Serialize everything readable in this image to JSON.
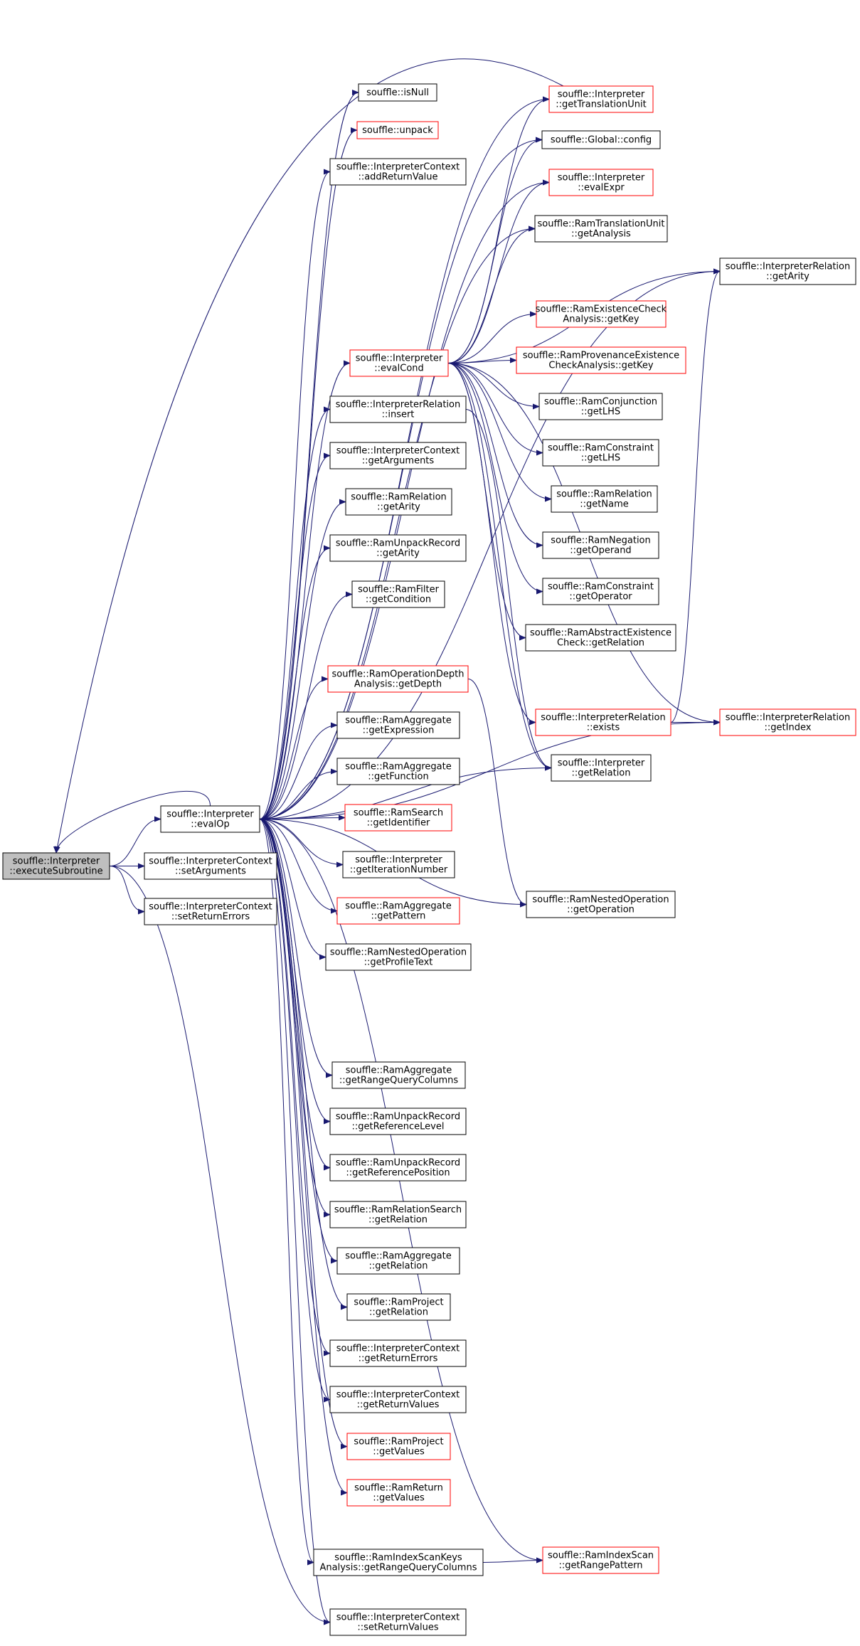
{
  "colors": {
    "edge": "#191970",
    "node_border": "#000000",
    "node_border_truncated": "#ff0000",
    "node_fill": "#ffffff",
    "root_fill": "#bfbfbf"
  },
  "nodes": [
    {
      "id": "executeSubroutine",
      "lines": [
        "souffle::Interpreter",
        "::executeSubroutine"
      ],
      "style": "root"
    },
    {
      "id": "evalOp",
      "lines": [
        "souffle::Interpreter",
        "::evalOp"
      ],
      "style": "normal"
    },
    {
      "id": "setArguments",
      "lines": [
        "souffle::InterpreterContext",
        "::setArguments"
      ],
      "style": "normal"
    },
    {
      "id": "setReturnErrors",
      "lines": [
        "souffle::InterpreterContext",
        "::setReturnErrors"
      ],
      "style": "normal"
    },
    {
      "id": "isNull",
      "lines": [
        "souffle::isNull"
      ],
      "style": "normal"
    },
    {
      "id": "unpack",
      "lines": [
        "souffle::unpack"
      ],
      "style": "truncated"
    },
    {
      "id": "addReturnValue",
      "lines": [
        "souffle::InterpreterContext",
        "::addReturnValue"
      ],
      "style": "normal"
    },
    {
      "id": "evalCond",
      "lines": [
        "souffle::Interpreter",
        "::evalCond"
      ],
      "style": "truncated"
    },
    {
      "id": "irInsert",
      "lines": [
        "souffle::InterpreterRelation",
        "::insert"
      ],
      "style": "normal"
    },
    {
      "id": "getArguments",
      "lines": [
        "souffle::InterpreterContext",
        "::getArguments"
      ],
      "style": "normal"
    },
    {
      "id": "ramRelGetArity",
      "lines": [
        "souffle::RamRelation",
        "::getArity"
      ],
      "style": "normal"
    },
    {
      "id": "unpackGetArity",
      "lines": [
        "souffle::RamUnpackRecord",
        "::getArity"
      ],
      "style": "normal"
    },
    {
      "id": "getCondition",
      "lines": [
        "souffle::RamFilter",
        "::getCondition"
      ],
      "style": "normal"
    },
    {
      "id": "getDepth",
      "lines": [
        "souffle::RamOperationDepth",
        "Analysis::getDepth"
      ],
      "style": "truncated"
    },
    {
      "id": "getExpression",
      "lines": [
        "souffle::RamAggregate",
        "::getExpression"
      ],
      "style": "normal"
    },
    {
      "id": "getFunction",
      "lines": [
        "souffle::RamAggregate",
        "::getFunction"
      ],
      "style": "normal"
    },
    {
      "id": "getIdentifier",
      "lines": [
        "souffle::RamSearch",
        "::getIdentifier"
      ],
      "style": "truncated"
    },
    {
      "id": "getIterationNumber",
      "lines": [
        "souffle::Interpreter",
        "::getIterationNumber"
      ],
      "style": "normal"
    },
    {
      "id": "getPattern",
      "lines": [
        "souffle::RamAggregate",
        "::getPattern"
      ],
      "style": "truncated"
    },
    {
      "id": "getProfileText",
      "lines": [
        "souffle::RamNestedOperation",
        "::getProfileText"
      ],
      "style": "normal"
    },
    {
      "id": "getRangeQueryColumns",
      "lines": [
        "souffle::RamAggregate",
        "::getRangeQueryColumns"
      ],
      "style": "normal"
    },
    {
      "id": "getReferenceLevel",
      "lines": [
        "souffle::RamUnpackRecord",
        "::getReferenceLevel"
      ],
      "style": "normal"
    },
    {
      "id": "getReferencePosition",
      "lines": [
        "souffle::RamUnpackRecord",
        "::getReferencePosition"
      ],
      "style": "normal"
    },
    {
      "id": "relSearchGetRelation",
      "lines": [
        "souffle::RamRelationSearch",
        "::getRelation"
      ],
      "style": "normal"
    },
    {
      "id": "aggGetRelation",
      "lines": [
        "souffle::RamAggregate",
        "::getRelation"
      ],
      "style": "normal"
    },
    {
      "id": "projectGetRelation",
      "lines": [
        "souffle::RamProject",
        "::getRelation"
      ],
      "style": "normal"
    },
    {
      "id": "getReturnErrors",
      "lines": [
        "souffle::InterpreterContext",
        "::getReturnErrors"
      ],
      "style": "normal"
    },
    {
      "id": "getReturnValues",
      "lines": [
        "souffle::InterpreterContext",
        "::getReturnValues"
      ],
      "style": "normal"
    },
    {
      "id": "projectGetValues",
      "lines": [
        "souffle::RamProject",
        "::getValues"
      ],
      "style": "truncated"
    },
    {
      "id": "returnGetValues",
      "lines": [
        "souffle::RamReturn",
        "::getValues"
      ],
      "style": "truncated"
    },
    {
      "id": "keysGetRangeQueryColumns",
      "lines": [
        "souffle::RamIndexScanKeys",
        "Analysis::getRangeQueryColumns"
      ],
      "style": "normal"
    },
    {
      "id": "setReturnValues",
      "lines": [
        "souffle::InterpreterContext",
        "::setReturnValues"
      ],
      "style": "normal"
    },
    {
      "id": "getTranslationUnit",
      "lines": [
        "souffle::Interpreter",
        "::getTranslationUnit"
      ],
      "style": "truncated"
    },
    {
      "id": "globalConfig",
      "lines": [
        "souffle::Global::config"
      ],
      "style": "normal"
    },
    {
      "id": "evalExpr",
      "lines": [
        "souffle::Interpreter",
        "::evalExpr"
      ],
      "style": "truncated"
    },
    {
      "id": "getAnalysis",
      "lines": [
        "souffle::RamTranslationUnit",
        "::getAnalysis"
      ],
      "style": "normal"
    },
    {
      "id": "existenceGetKey",
      "lines": [
        "souffle::RamExistenceCheck",
        "Analysis::getKey"
      ],
      "style": "truncated"
    },
    {
      "id": "provenanceGetKey",
      "lines": [
        "souffle::RamProvenanceExistence",
        "CheckAnalysis::getKey"
      ],
      "style": "truncated"
    },
    {
      "id": "conjGetLHS",
      "lines": [
        "souffle::RamConjunction",
        "::getLHS"
      ],
      "style": "normal"
    },
    {
      "id": "constraintGetLHS",
      "lines": [
        "souffle::RamConstraint",
        "::getLHS"
      ],
      "style": "normal"
    },
    {
      "id": "relGetName",
      "lines": [
        "souffle::RamRelation",
        "::getName"
      ],
      "style": "normal"
    },
    {
      "id": "negGetOperand",
      "lines": [
        "souffle::RamNegation",
        "::getOperand"
      ],
      "style": "normal"
    },
    {
      "id": "constraintGetOperator",
      "lines": [
        "souffle::RamConstraint",
        "::getOperator"
      ],
      "style": "normal"
    },
    {
      "id": "absExistGetRelation",
      "lines": [
        "souffle::RamAbstractExistence",
        "Check::getRelation"
      ],
      "style": "normal"
    },
    {
      "id": "irExists",
      "lines": [
        "souffle::InterpreterRelation",
        "::exists"
      ],
      "style": "truncated"
    },
    {
      "id": "interpGetRelation",
      "lines": [
        "souffle::Interpreter",
        "::getRelation"
      ],
      "style": "normal"
    },
    {
      "id": "getOperation",
      "lines": [
        "souffle::RamNestedOperation",
        "::getOperation"
      ],
      "style": "normal"
    },
    {
      "id": "getRangePattern",
      "lines": [
        "souffle::RamIndexScan",
        "::getRangePattern"
      ],
      "style": "truncated"
    },
    {
      "id": "irGetArity",
      "lines": [
        "souffle::InterpreterRelation",
        "::getArity"
      ],
      "style": "normal"
    },
    {
      "id": "irGetIndex",
      "lines": [
        "souffle::InterpreterRelation",
        "::getIndex"
      ],
      "style": "truncated"
    }
  ],
  "edges": [
    [
      "executeSubroutine",
      "evalOp"
    ],
    [
      "executeSubroutine",
      "setArguments"
    ],
    [
      "executeSubroutine",
      "setReturnErrors"
    ],
    [
      "executeSubroutine",
      "setReturnValues"
    ],
    [
      "evalOp",
      "executeSubroutine"
    ],
    [
      "getTranslationUnit",
      "executeSubroutine"
    ],
    [
      "evalOp",
      "isNull"
    ],
    [
      "evalOp",
      "unpack"
    ],
    [
      "evalOp",
      "addReturnValue"
    ],
    [
      "evalOp",
      "evalCond"
    ],
    [
      "evalOp",
      "irInsert"
    ],
    [
      "evalOp",
      "getArguments"
    ],
    [
      "evalOp",
      "ramRelGetArity"
    ],
    [
      "evalOp",
      "unpackGetArity"
    ],
    [
      "evalOp",
      "getCondition"
    ],
    [
      "evalOp",
      "getDepth"
    ],
    [
      "evalOp",
      "getExpression"
    ],
    [
      "evalOp",
      "getFunction"
    ],
    [
      "evalOp",
      "getIdentifier"
    ],
    [
      "evalOp",
      "getIterationNumber"
    ],
    [
      "evalOp",
      "getPattern"
    ],
    [
      "evalOp",
      "getProfileText"
    ],
    [
      "evalOp",
      "getRangeQueryColumns"
    ],
    [
      "evalOp",
      "getReferenceLevel"
    ],
    [
      "evalOp",
      "getReferencePosition"
    ],
    [
      "evalOp",
      "relSearchGetRelation"
    ],
    [
      "evalOp",
      "aggGetRelation"
    ],
    [
      "evalOp",
      "projectGetRelation"
    ],
    [
      "evalOp",
      "getReturnErrors"
    ],
    [
      "evalOp",
      "getReturnValues"
    ],
    [
      "evalOp",
      "projectGetValues"
    ],
    [
      "evalOp",
      "returnGetValues"
    ],
    [
      "evalOp",
      "keysGetRangeQueryColumns"
    ],
    [
      "evalOp",
      "setReturnValues"
    ],
    [
      "evalOp",
      "getTranslationUnit"
    ],
    [
      "evalOp",
      "globalConfig"
    ],
    [
      "evalOp",
      "evalExpr"
    ],
    [
      "evalOp",
      "getAnalysis"
    ],
    [
      "evalOp",
      "irGetArity"
    ],
    [
      "evalOp",
      "interpGetRelation"
    ],
    [
      "evalOp",
      "getOperation"
    ],
    [
      "evalOp",
      "irGetIndex"
    ],
    [
      "evalOp",
      "getRangePattern"
    ],
    [
      "evalCond",
      "getTranslationUnit"
    ],
    [
      "evalCond",
      "globalConfig"
    ],
    [
      "evalCond",
      "evalExpr"
    ],
    [
      "evalCond",
      "getAnalysis"
    ],
    [
      "evalCond",
      "irGetArity"
    ],
    [
      "evalCond",
      "existenceGetKey"
    ],
    [
      "evalCond",
      "provenanceGetKey"
    ],
    [
      "evalCond",
      "conjGetLHS"
    ],
    [
      "evalCond",
      "constraintGetLHS"
    ],
    [
      "evalCond",
      "relGetName"
    ],
    [
      "evalCond",
      "negGetOperand"
    ],
    [
      "evalCond",
      "constraintGetOperator"
    ],
    [
      "evalCond",
      "absExistGetRelation"
    ],
    [
      "evalCond",
      "irExists"
    ],
    [
      "evalCond",
      "interpGetRelation"
    ],
    [
      "evalCond",
      "irGetIndex"
    ],
    [
      "irInsert",
      "interpGetRelation"
    ],
    [
      "getDepth",
      "getOperation"
    ],
    [
      "irExists",
      "irGetArity"
    ],
    [
      "irExists",
      "irGetIndex"
    ],
    [
      "keysGetRangeQueryColumns",
      "getRangePattern"
    ]
  ]
}
